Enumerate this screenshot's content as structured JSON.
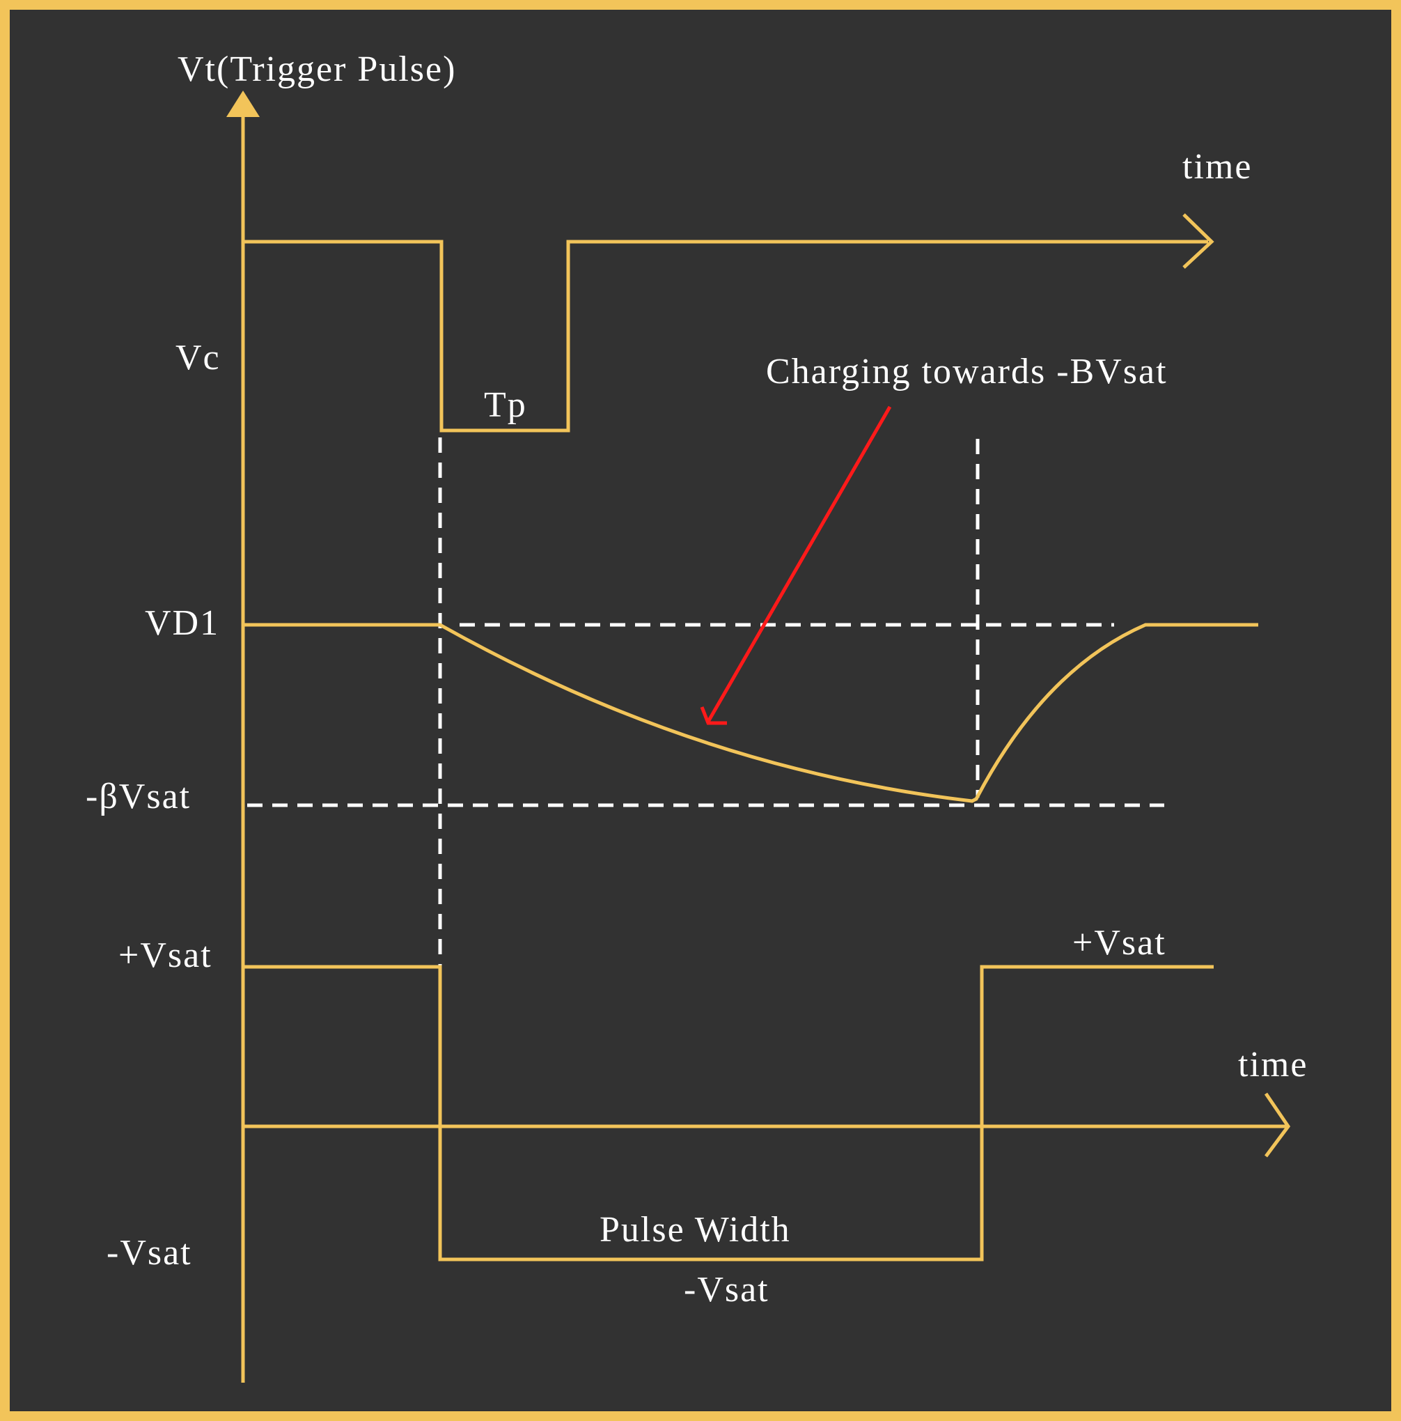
{
  "labels": {
    "y_axis_title": "Vt(Trigger Pulse)",
    "time_top": "time",
    "time_bottom": "time",
    "vc": "Vc",
    "tp": "Tp",
    "charging_note": "Charging towards -BVsat",
    "vd1": "VD1",
    "beta_vsat": "-βVsat",
    "plus_vsat_left": "+Vsat",
    "plus_vsat_right": "+Vsat",
    "pulse_width": "Pulse Width",
    "minus_vsat_bottom": "-Vsat",
    "minus_vsat_left": "-Vsat"
  },
  "colors": {
    "frame": "#f2c45a",
    "background": "#323232",
    "waveform": "#f2c45a",
    "guides": "#ffffff",
    "annotation_arrow": "#ff1a1a",
    "text": "#ffffff"
  }
}
